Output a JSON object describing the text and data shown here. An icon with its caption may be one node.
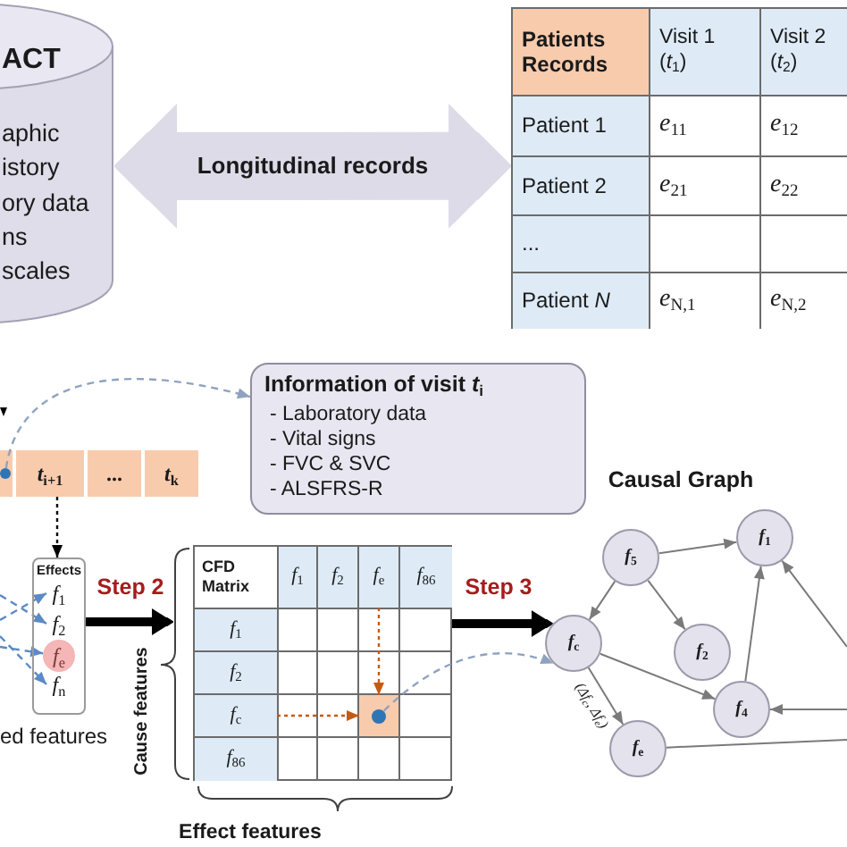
{
  "diagram": {
    "nodes": [
      {
        "text": [
          "ACT",
          "aphic",
          "istory",
          "ory data",
          "ns",
          "scales"
        ]
      },
      {
        "text": [],
        "shape": "box"
      },
      {
        "text": [
          "Patients Records"
        ],
        "in": 1
      },
      {
        "text": [
          "Visit 1 (*t*$_{1}$)"
        ],
        "in": 1
      },
      {
        "text": [
          "Visit 2 (*t*$_{2}$)"
        ],
        "in": 1
      },
      {
        "text": [
          "Patient 1"
        ],
        "in": 1
      },
      {
        "text": [
          "*e*$_{11}$"
        ],
        "in": 1
      },
      {
        "text": [
          "*e*$_{12}$"
        ],
        "in": 1
      },
      {
        "text": [
          "Patient 2"
        ],
        "in": 1
      },
      {
        "text": [
          "*e*$_{21}$"
        ],
        "in": 1
      },
      {
        "text": [
          "*e*$_{22}$"
        ],
        "in": 1
      },
      {
        "text": [
          "..."
        ],
        "in": 1
      },
      {
        "text": [
          "Patient *N*"
        ],
        "in": 1
      },
      {
        "text": [
          "*e*$_{N,1}$"
        ],
        "in": 1
      },
      {
        "text": [
          "*e*$_{N,2}$"
        ],
        "in": 1
      },
      {
        "text": [],
        "shape": "box"
      },
      {
        "text": [],
        "shape": "circle",
        "in": 15
      },
      {
        "text": [
          "*t*$_{i+1}$"
        ]
      },
      {
        "text": [
          "..."
        ]
      },
      {
        "text": [
          "*t*$_{k}$"
        ]
      },
      {
        "text": [
          "Information of visit *t*$_{i}$",
          "- Laboratory data",
          "- Vital signs",
          "- FVC & SVC",
          "- ALSFRS-R"
        ]
      },
      {
        "text": [
          "Effects"
        ]
      },
      {
        "text": [
          "*f*$_{1}$"
        ],
        "in": 21
      },
      {
        "text": [
          "*f*$_{2}$"
        ],
        "in": 21
      },
      {
        "text": [
          "*f*$_{e}$"
        ],
        "in": 21
      },
      {
        "text": [
          "*f*$_{n}$"
        ],
        "in": 21
      },
      {
        "text": [],
        "shape": "box"
      },
      {
        "text": [
          "CFD Matrix"
        ],
        "in": 26
      },
      {
        "text": [
          "*f*$_{1}$"
        ],
        "in": 26
      },
      {
        "text": [
          "*f*$_{2}$"
        ],
        "in": 26
      },
      {
        "text": [
          "*f*$_{e}$"
        ],
        "in": 26
      },
      {
        "text": [
          "*f*$_{86}$"
        ],
        "in": 26
      },
      {
        "text": [
          "*f*$_{1}$"
        ],
        "in": 26
      },
      {
        "text": [
          "*f*$_{2}$"
        ],
        "in": 26
      },
      {
        "text": [
          "*f*$_{c}$"
        ],
        "in": 26
      },
      {
        "text": [],
        "shape": "box",
        "in": 26
      },
      {
        "text": [],
        "shape": "circle",
        "in": 35
      },
      {
        "text": [
          "*f*$_{86}$"
        ],
        "in": 26
      },
      {
        "text": [
          "*f*$_{5}$"
        ]
      },
      {
        "text": [
          "*f*$_{1}$"
        ]
      },
      {
        "text": [
          "*f*$_{c}$"
        ]
      },
      {
        "text": [
          "*f*$_{2}$"
        ]
      },
      {
        "text": [
          "*f*$_{4}$"
        ]
      },
      {
        "text": [
          "*f*$_{e}$"
        ]
      }
    ],
    "edges": [
      {
        "from": 0,
        "to": 1,
        "arrow": "both",
        "label": "Longitudinal records",
        "style": "thick",
        "color": "#dddbe8"
      },
      {
        "from": 16,
        "to": 20,
        "arrow": "to",
        "style": "dashed",
        "color": "#8fa3bf"
      },
      {
        "from": 17,
        "to": 21,
        "arrow": "to",
        "style": "dashed",
        "color": "#000000"
      },
      {
        "from": null,
        "to": 22,
        "arrow": "to",
        "style": "dashed",
        "color": "#5b8ac4"
      },
      {
        "from": null,
        "to": 23,
        "arrow": "to",
        "style": "dashed",
        "color": "#5b8ac4"
      },
      {
        "from": null,
        "to": 24,
        "arrow": "to",
        "style": "dashed",
        "color": "#5b8ac4"
      },
      {
        "from": null,
        "to": 25,
        "arrow": "to",
        "style": "dashed",
        "color": "#5b8ac4"
      },
      {
        "from": 21,
        "to": 26,
        "arrow": "to",
        "label": "Step 2",
        "style": "thick",
        "color": "#000000"
      },
      {
        "from": 30,
        "to": 35,
        "arrow": "to",
        "style": "dashed",
        "color": "#c55a11"
      },
      {
        "from": 34,
        "to": 35,
        "arrow": "to",
        "style": "dashed",
        "color": "#c55a11"
      },
      {
        "from": 26,
        "to": 40,
        "arrow": "to",
        "label": "Step 3",
        "style": "thick",
        "color": "#000000"
      },
      {
        "from": 36,
        "to": 40,
        "arrow": "to",
        "style": "dashed",
        "color": "#8fa3bf"
      },
      {
        "from": 38,
        "to": 39,
        "arrow": "to"
      },
      {
        "from": 38,
        "to": 40,
        "arrow": "to"
      },
      {
        "from": 38,
        "to": 41,
        "arrow": "to"
      },
      {
        "from": 40,
        "to": 42,
        "arrow": "to"
      },
      {
        "from": 40,
        "to": 43,
        "arrow": "to",
        "label": "(Δf$_{c}$, Δf$_{e}$)"
      },
      {
        "from": 42,
        "to": 39,
        "arrow": "to"
      },
      {
        "from": null,
        "to": 39,
        "arrow": "to"
      },
      {
        "from": null,
        "to": 42,
        "arrow": "to"
      },
      {
        "from": 43,
        "to": null,
        "arrow": "none"
      }
    ],
    "labels": [
      "Causal Graph",
      "Cause features",
      "ed features",
      "Effect features"
    ]
  }
}
